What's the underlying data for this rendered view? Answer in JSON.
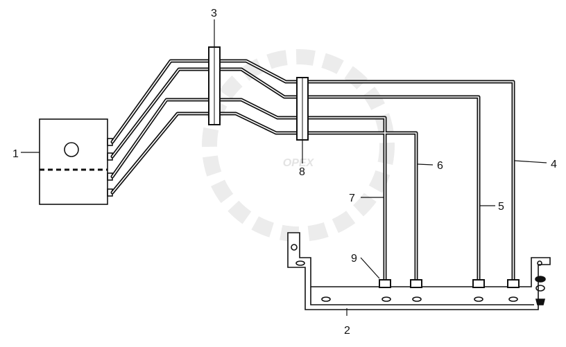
{
  "watermark": {
    "text": "OPEX"
  },
  "callouts": {
    "c1": "1",
    "c2": "2",
    "c3": "3",
    "c4": "4",
    "c5": "5",
    "c6": "6",
    "c7": "7",
    "c8": "8",
    "c9": "9"
  },
  "colors": {
    "line": "#111111",
    "watermark": "#e3e3e3",
    "background": "#ffffff"
  }
}
